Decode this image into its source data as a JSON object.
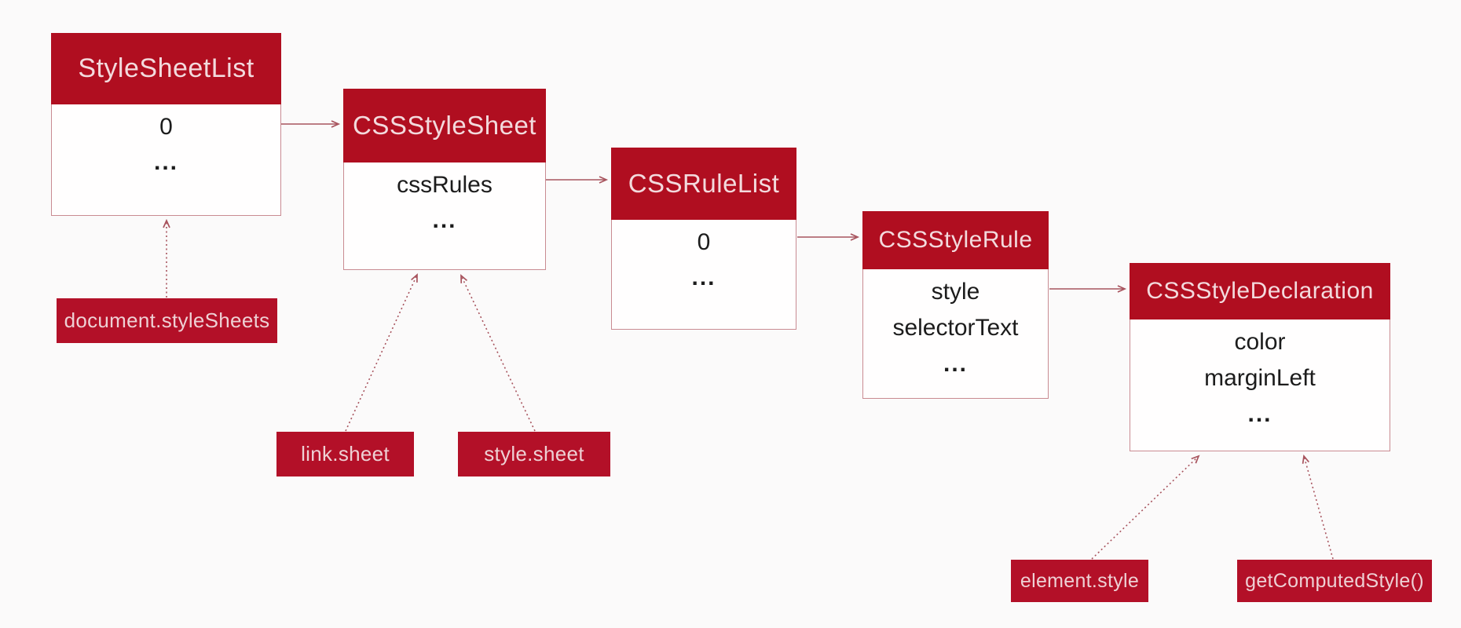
{
  "diagram": {
    "title_hint": "CSS Object Model (CSSOM) structure",
    "colors": {
      "header_red": "#b00e20",
      "chip_red": "#b31028",
      "border_pink": "#c98b92",
      "arrow": "#a8545e",
      "background": "#fbfafa"
    },
    "boxes": [
      {
        "title": "StyleSheetList",
        "rows": [
          "0",
          "..."
        ]
      },
      {
        "title": "CSSStyleSheet",
        "rows": [
          "cssRules",
          "..."
        ]
      },
      {
        "title": "CSSRuleList",
        "rows": [
          "0",
          "..."
        ]
      },
      {
        "title": "CSSStyleRule",
        "rows": [
          "style",
          "selectorText",
          "..."
        ]
      },
      {
        "title": "CSSStyleDeclaration",
        "rows": [
          "color",
          "marginLeft",
          "..."
        ]
      }
    ],
    "labels": [
      {
        "text": "document.styleSheets"
      },
      {
        "text": "link.sheet"
      },
      {
        "text": "style.sheet"
      },
      {
        "text": "element.style"
      },
      {
        "text": "getComputedStyle()"
      }
    ],
    "connections": [
      {
        "from": "StyleSheetList",
        "to": "CSSStyleSheet",
        "style": "solid"
      },
      {
        "from": "CSSStyleSheet",
        "to": "CSSRuleList",
        "style": "solid"
      },
      {
        "from": "CSSRuleList",
        "to": "CSSStyleRule",
        "style": "solid"
      },
      {
        "from": "CSSStyleRule",
        "to": "CSSStyleDeclaration",
        "style": "solid"
      },
      {
        "from": "document.styleSheets",
        "to": "StyleSheetList",
        "style": "dotted"
      },
      {
        "from": "link.sheet",
        "to": "CSSStyleSheet",
        "style": "dotted"
      },
      {
        "from": "style.sheet",
        "to": "CSSStyleSheet",
        "style": "dotted"
      },
      {
        "from": "element.style",
        "to": "CSSStyleDeclaration",
        "style": "dotted"
      },
      {
        "from": "getComputedStyle()",
        "to": "CSSStyleDeclaration",
        "style": "dotted"
      }
    ]
  }
}
